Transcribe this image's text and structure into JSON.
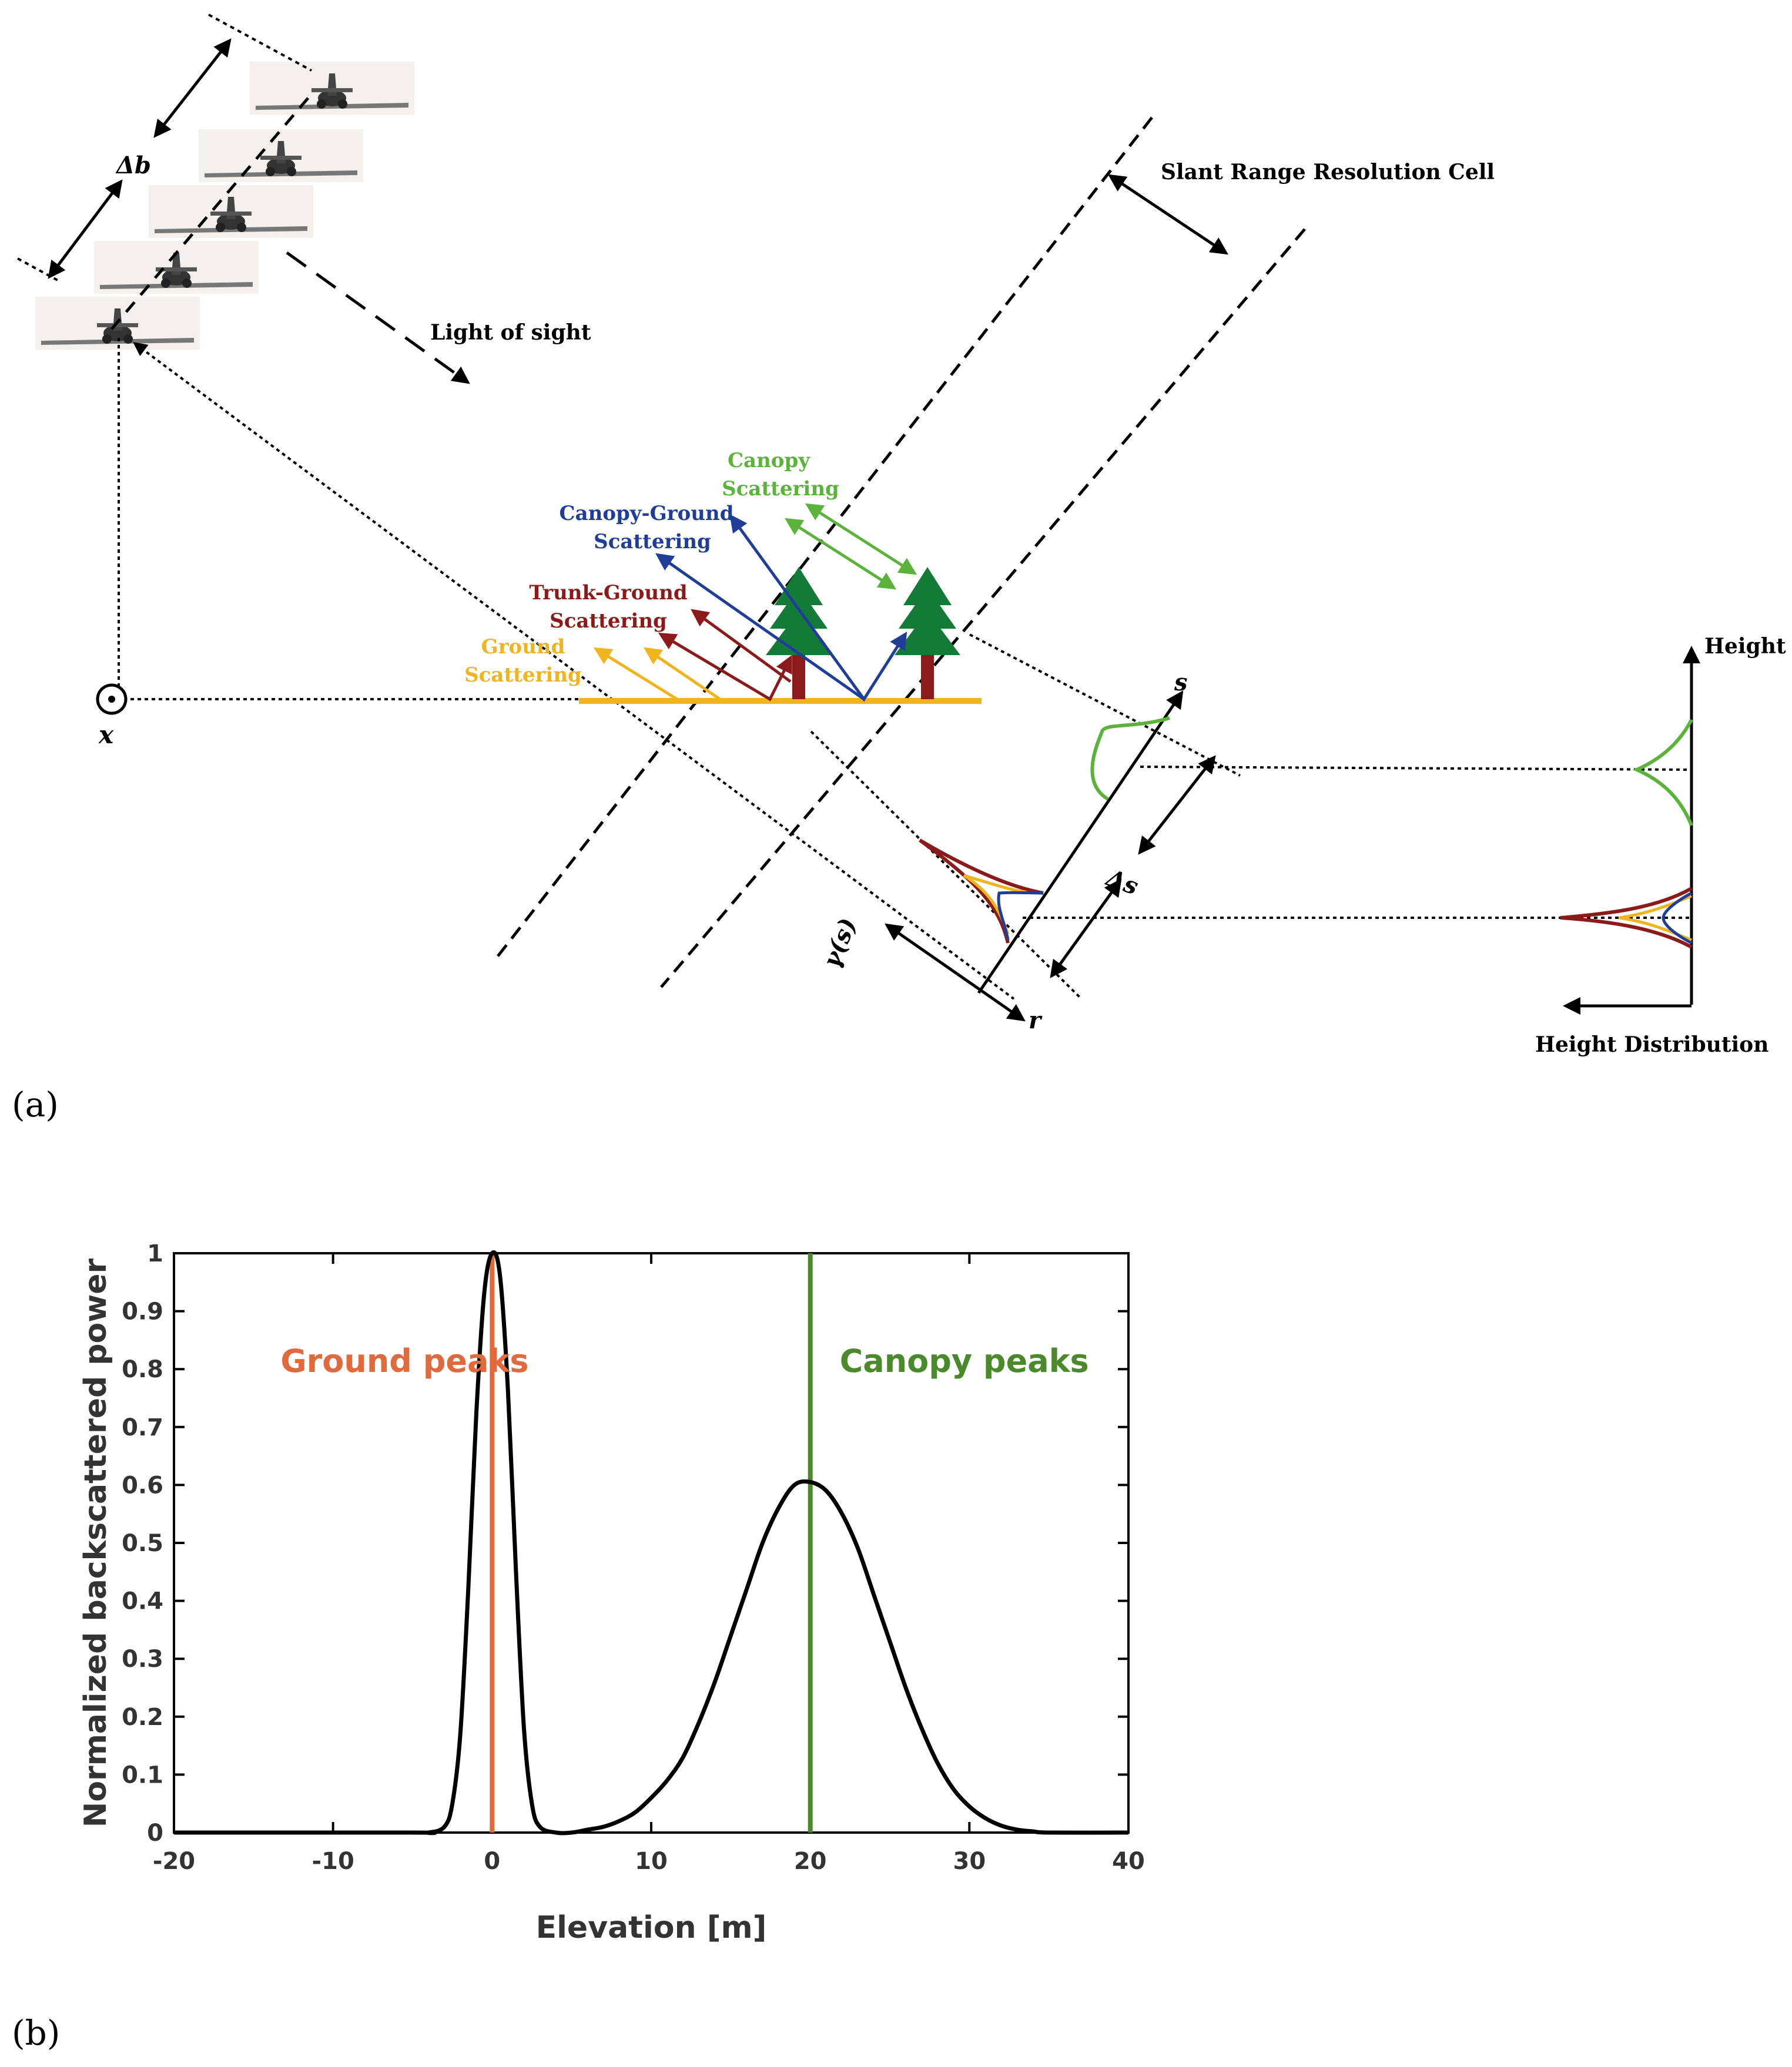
{
  "panel_a": {
    "label": "(a)",
    "labels": {
      "baseline": "Δb",
      "line_of_sight": "Light of sight",
      "slant_cell": "Slant Range Resolution Cell",
      "canopy": [
        "Canopy",
        "Scattering"
      ],
      "canopy_ground": [
        "Canopy-Ground",
        "Scattering"
      ],
      "trunk_ground": [
        "Trunk-Ground",
        "Scattering"
      ],
      "ground": [
        "Ground",
        "Scattering"
      ],
      "x_axis": "x",
      "s_axis": "s",
      "r_axis": "r",
      "delta_s": "Δs",
      "gamma_s": "γ(s)",
      "height": "Height",
      "height_distribution": "Height Distribution"
    },
    "colors": {
      "canopy": "#5bb33c",
      "canopy_ground": "#1f3d99",
      "trunk_ground": "#8b1a1a",
      "ground": "#f0b41e",
      "tree": "#137a37",
      "trunk": "#8b1a1a"
    }
  },
  "panel_b": {
    "label": "(b)"
  },
  "chart_data": {
    "type": "line",
    "title": "",
    "xlabel": "Elevation [m]",
    "ylabel": "Normalized backscattered power",
    "xlim": [
      -20,
      40
    ],
    "ylim": [
      0,
      1
    ],
    "xticks": [
      -20,
      -10,
      0,
      10,
      20,
      30,
      40
    ],
    "yticks": [
      0,
      0.1,
      0.2,
      0.3,
      0.4,
      0.5,
      0.6,
      0.7,
      0.8,
      0.9,
      1
    ],
    "ytick_labels": [
      "0",
      "0.1",
      "0.2",
      "0.3",
      "0.4",
      "0.5",
      "0.6",
      "0.7",
      "0.8",
      "0.9",
      "1"
    ],
    "grid": false,
    "series": [
      {
        "color": "#000000",
        "x": [
          -20,
          -5,
          -4,
          -3,
          -2.5,
          -2,
          -1.5,
          -1,
          -0.5,
          0,
          0.5,
          1,
          1.5,
          2,
          2.5,
          3,
          4,
          5,
          6,
          7,
          8,
          9,
          10,
          11,
          12,
          13,
          14,
          15,
          16,
          17,
          18,
          19,
          20,
          21,
          22,
          23,
          24,
          25,
          26,
          27,
          28,
          29,
          30,
          31,
          32,
          33,
          34,
          35,
          40
        ],
        "y": [
          0,
          0,
          0,
          0.01,
          0.05,
          0.17,
          0.42,
          0.72,
          0.93,
          1.0,
          0.96,
          0.76,
          0.45,
          0.18,
          0.05,
          0.01,
          0,
          0,
          0.005,
          0.01,
          0.02,
          0.035,
          0.06,
          0.09,
          0.13,
          0.19,
          0.26,
          0.34,
          0.42,
          0.5,
          0.56,
          0.6,
          0.605,
          0.59,
          0.55,
          0.49,
          0.41,
          0.33,
          0.25,
          0.18,
          0.12,
          0.075,
          0.045,
          0.025,
          0.012,
          0.005,
          0.002,
          0,
          0
        ]
      }
    ],
    "markers": [
      {
        "x": 0,
        "label": "Ground peaks",
        "color": "#e06a3c"
      },
      {
        "x": 20,
        "label": "Canopy peaks",
        "color": "#4a8a2a"
      }
    ]
  }
}
